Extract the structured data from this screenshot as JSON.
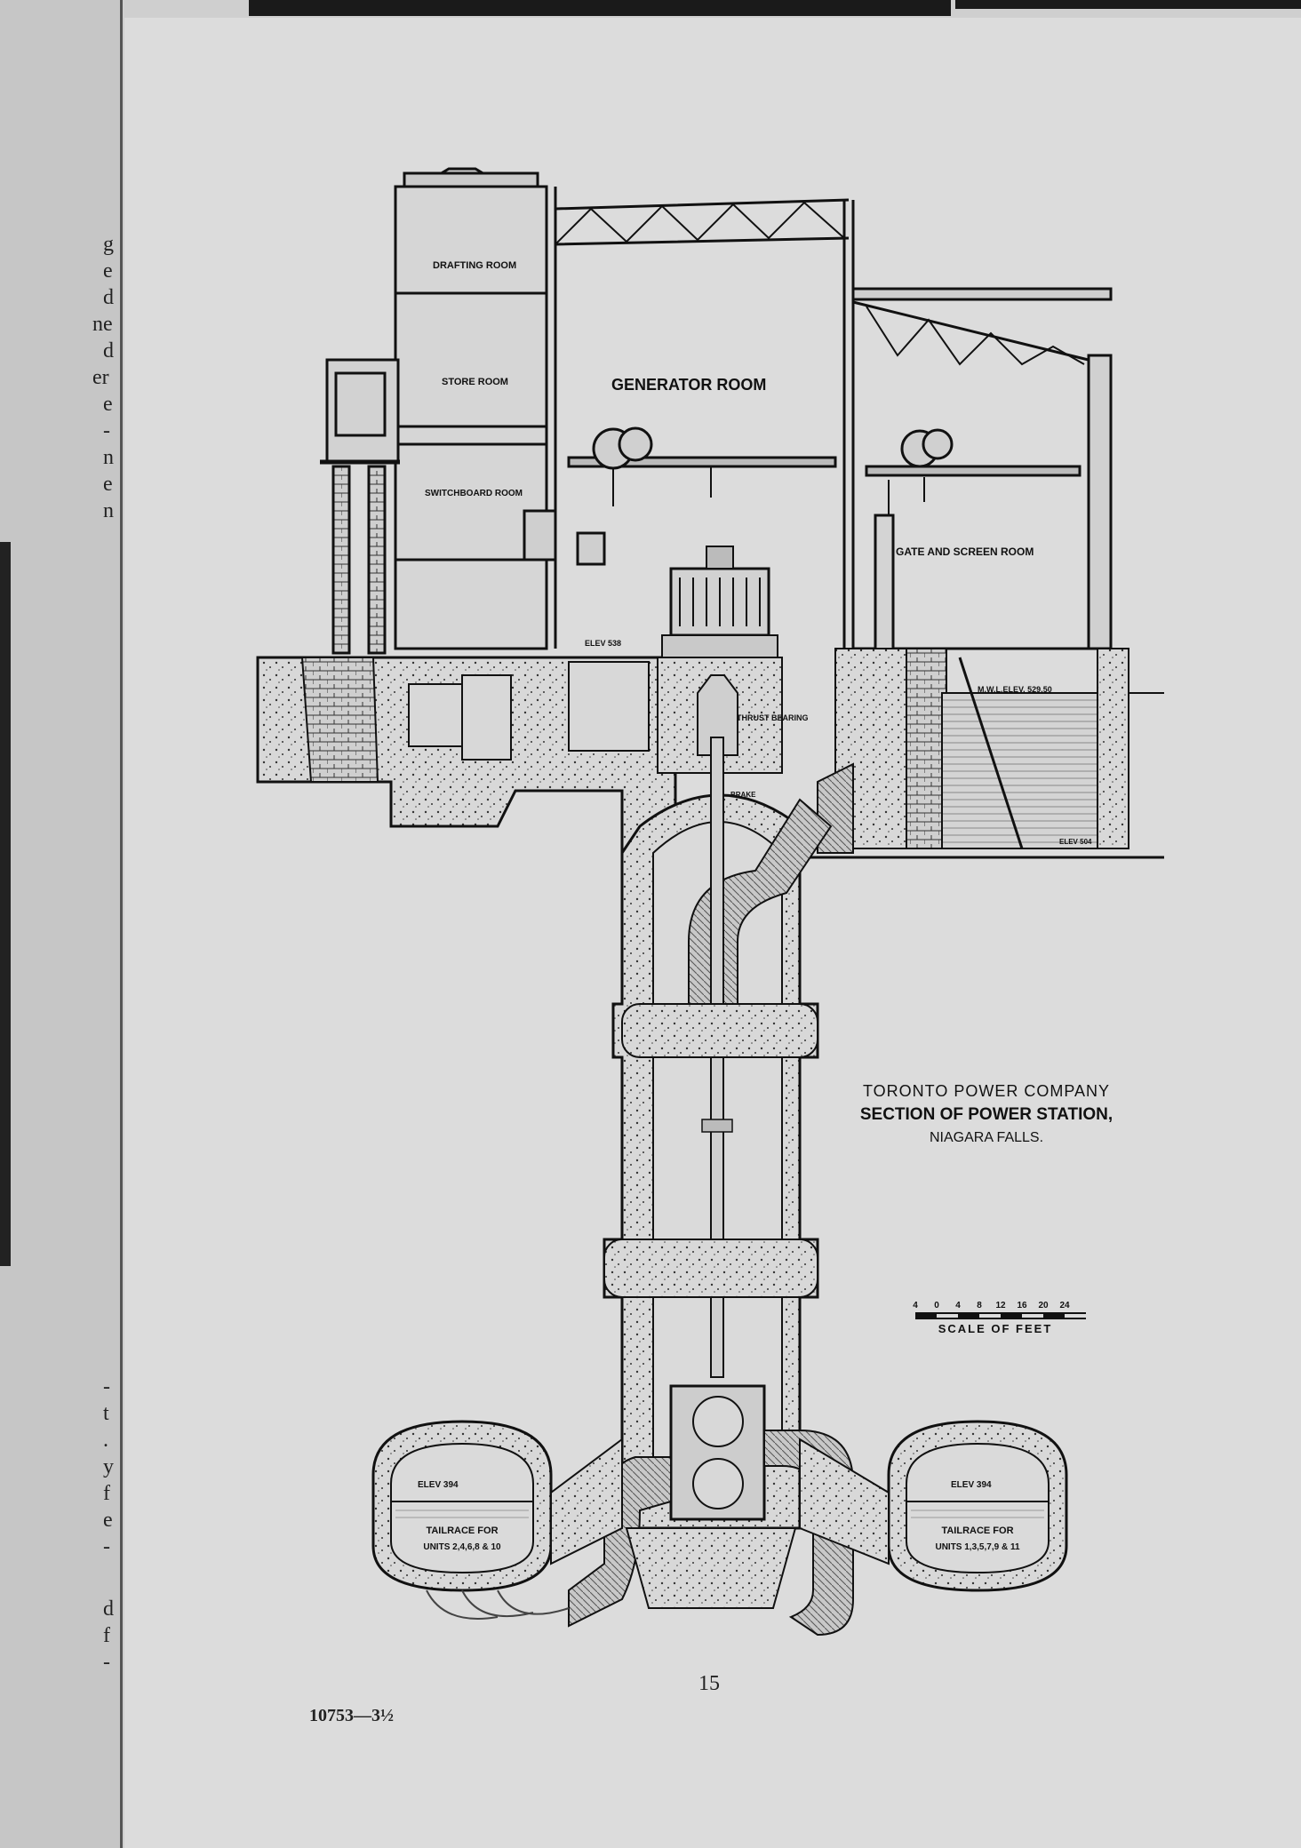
{
  "document": {
    "page_number": "15",
    "print_code": "10753—3½",
    "title": {
      "line1": "TORONTO POWER COMPANY",
      "line2": "SECTION OF POWER STATION,",
      "line3": "NIAGARA FALLS."
    },
    "scale": {
      "ticks": [
        "4",
        "0",
        "4",
        "8",
        "12",
        "16",
        "20",
        "24"
      ],
      "caption": "SCALE OF FEET"
    },
    "labels": {
      "drafting_room": "DRAFTING ROOM",
      "store_room": "STORE ROOM",
      "generator_room": "GENERATOR ROOM",
      "switchboard_room": "SWITCHBOARD ROOM",
      "gate_screen_room": "GATE AND SCREEN ROOM",
      "elev_538": "ELEV 538",
      "thrust_bearing": "THRUST BEARING",
      "brake": "BRAKE",
      "mwl": "M.W.L.ELEV. 529.50",
      "elev_504": "ELEV 504",
      "elev_394_left": "ELEV 394",
      "elev_394_right": "ELEV 394",
      "tailrace_left_1": "TAILRACE FOR",
      "tailrace_left_2": "UNITS 2,4,6,8 & 10",
      "tailrace_right_1": "TAILRACE FOR",
      "tailrace_right_2": "UNITS 1,3,5,7,9 & 11"
    },
    "left_page_fragments": [
      "g",
      "e",
      "d",
      "ne",
      "d",
      "er",
      "e",
      "-",
      "n",
      "e",
      "n",
      "-",
      "t",
      ".",
      "y",
      "f",
      "e",
      "-",
      "d",
      "f",
      "-"
    ]
  }
}
